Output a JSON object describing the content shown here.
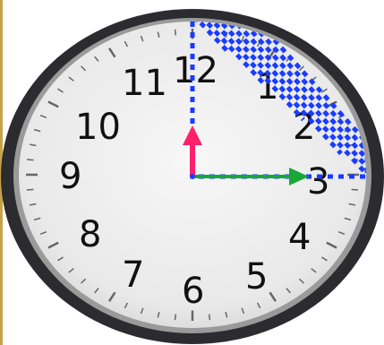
{
  "clock": {
    "numerals": [
      "12",
      "1",
      "2",
      "3",
      "4",
      "5",
      "6",
      "7",
      "8",
      "9",
      "10",
      "11"
    ]
  },
  "hands": {
    "hour_hand_points_to": "12",
    "minute_hand_points_to": "3"
  },
  "shaded_sector": {
    "from": "12",
    "to": "3",
    "fraction_of_turn": 0.25
  },
  "colors": {
    "rim": "#2b2b30",
    "face": "#ececec",
    "shading": "#1a3cff",
    "hour_hand": "#ff1f6a",
    "minute_hand": "#19a838",
    "left_border": "#c8a24a"
  }
}
